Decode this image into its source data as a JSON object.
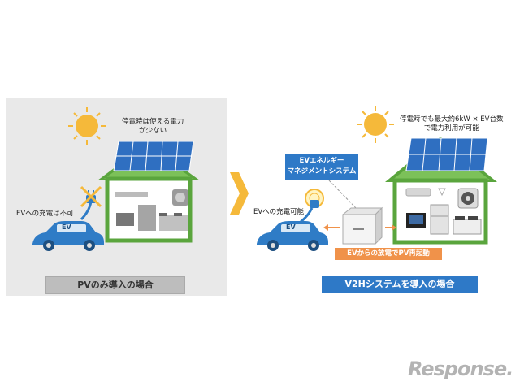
{
  "left": {
    "note": "停電時は使える電力\nが少ない",
    "ev_charge": "EVへの充電は不可",
    "car_label": "EV",
    "caption": "PVのみ導入の場合"
  },
  "right": {
    "note": "停電時でも最大約6kW × EV台数\nで電力利用が可能",
    "ems": "EVエネルギー\nマネジメントシステム",
    "ev_charge": "EVへの充電可能",
    "car_label": "EV",
    "discharge": "EVからの放電でPV再起動",
    "caption": "V2Hシステムを導入の場合"
  },
  "watermark": "Response.",
  "colors": {
    "roof": "#5aa53d",
    "panel": "#2f6fc1",
    "sun": "#f5b93a",
    "accent_blue": "#2e79c7",
    "orange": "#f0924a",
    "car": "#2f7cc6",
    "chevron": "#f5b93a"
  },
  "icons": [
    "sun-icon",
    "solar-panel-icon",
    "house-icon",
    "car-icon",
    "plug-icon",
    "cross-icon",
    "bulb-icon",
    "v2h-unit-icon",
    "arrow-icon",
    "chevron-icon"
  ]
}
